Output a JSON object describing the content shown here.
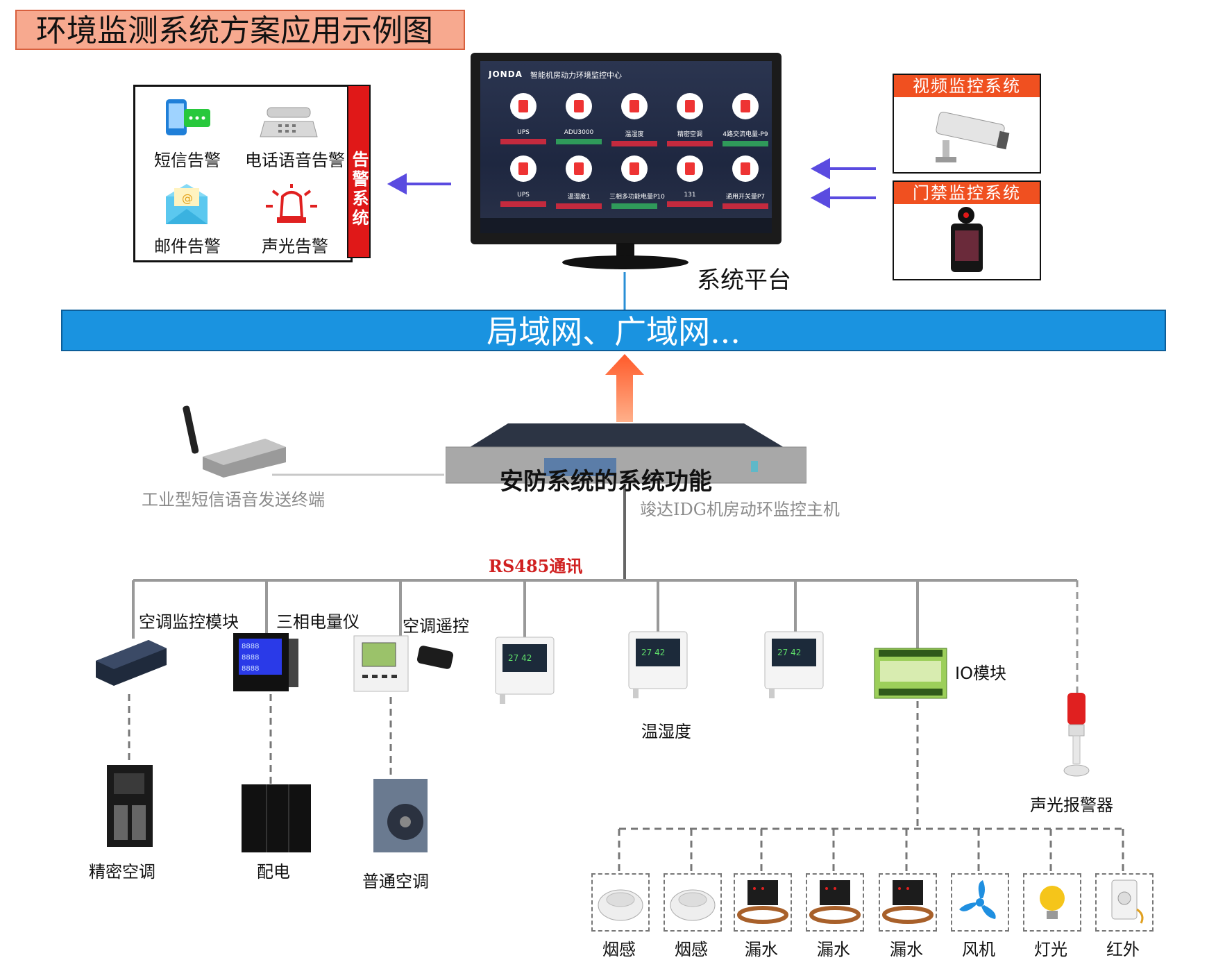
{
  "title": "环境监测系统方案应用示例图",
  "alarm": {
    "bar_label": "告警系统",
    "items": [
      "短信告警",
      "电话语音告警",
      "邮件告警",
      "声光告警"
    ]
  },
  "monitor": {
    "brand": "JONDA",
    "screen_title": "智能机房动力环境监控中心",
    "tiles": [
      {
        "label": "UPS"
      },
      {
        "label": "ADU3000"
      },
      {
        "label": "温湿度"
      },
      {
        "label": "精密空调"
      },
      {
        "label": "4路交流电量-P9"
      },
      {
        "label": "UPS"
      },
      {
        "label": "温湿度1"
      },
      {
        "label": "三相多功能电量P10"
      },
      {
        "label": "131"
      },
      {
        "label": "通用开关量P7"
      }
    ]
  },
  "platform_label": "系统平台",
  "security": {
    "video": "视频监控系统",
    "access": "门禁监控系统"
  },
  "network_label": "局域网、广域网...",
  "host": {
    "overlay_title": "安防系统的系统功能",
    "label": "竣达IDG机房动环监控主机"
  },
  "sms_terminal_label": "工业型短信语音发送终端",
  "rs485_label": "RS485通讯",
  "devices": {
    "ac_module": "空调监控模块",
    "power_meter": "三相电量仪",
    "ac_remote": "空调遥控",
    "temp_humidity": "温湿度",
    "io_module": "IO模块",
    "alarm_light": "声光报警器",
    "precision_ac": "精密空调",
    "power_dist": "配电",
    "normal_ac": "普通空调"
  },
  "sensors": [
    "烟感",
    "烟感",
    "漏水",
    "漏水",
    "漏水",
    "风机",
    "灯光",
    "红外"
  ],
  "colors": {
    "title_bg": "#f7a98f",
    "alarm_red": "#e01818",
    "network_blue": "#1a93e0",
    "security_orange": "#f05020",
    "rs485_red": "#d02020",
    "arrow_purple": "#5a4be0"
  }
}
